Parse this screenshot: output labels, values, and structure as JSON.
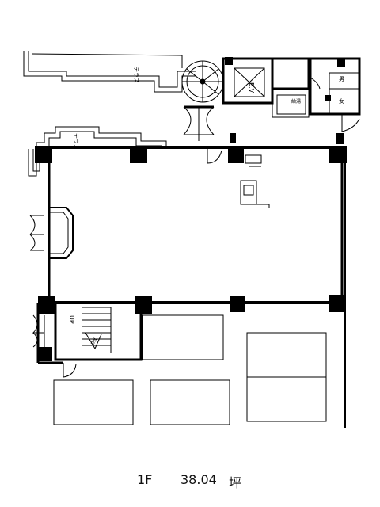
{
  "plan": {
    "labels": {
      "elevator": "E.V",
      "terrace_upper": "テラス",
      "terrace_lower": "テラス",
      "stair_up": "UP",
      "stair_dn": "DN",
      "wc_male": "男",
      "wc_female": "女",
      "wc_shared": "給湯"
    }
  },
  "caption": {
    "floor": "1F",
    "area": "38.04",
    "unit": "坪"
  }
}
